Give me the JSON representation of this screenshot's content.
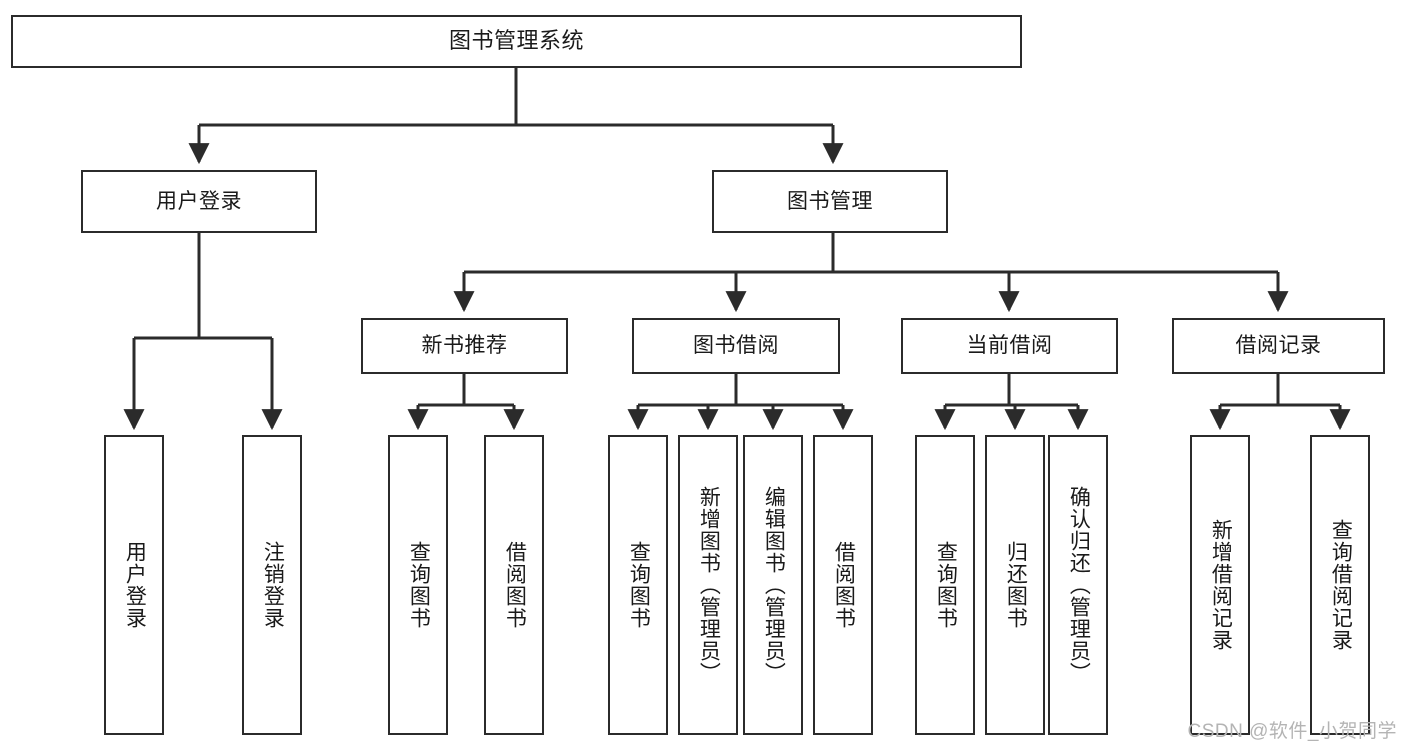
{
  "diagram": {
    "title": "图书管理系统",
    "type": "tree-hierarchy-diagram",
    "colors": {
      "box_border": "#2b2b2b",
      "box_fill": "#ffffff",
      "edge": "#2b2b2b",
      "text": "#1a1a1a",
      "watermark": "#b4b4b4",
      "background": "#ffffff"
    },
    "root": {
      "id": "root",
      "label": "图书管理系统"
    },
    "level2": [
      {
        "id": "user-login",
        "label": "用户登录"
      },
      {
        "id": "book-management",
        "label": "图书管理"
      }
    ],
    "level3": [
      {
        "id": "new-book-recommend",
        "label": "新书推荐"
      },
      {
        "id": "book-borrow",
        "label": "图书借阅"
      },
      {
        "id": "current-borrow",
        "label": "当前借阅"
      },
      {
        "id": "borrow-record",
        "label": "借阅记录"
      }
    ],
    "leaves": {
      "user_login": [
        {
          "id": "leaf-user-login",
          "label": "用户登录"
        },
        {
          "id": "leaf-logout-login",
          "label": "注销登录"
        }
      ],
      "new_book_recommend": [
        {
          "id": "leaf-query-book-1",
          "label": "查询图书"
        },
        {
          "id": "leaf-borrow-book-1",
          "label": "借阅图书"
        }
      ],
      "book_borrow": [
        {
          "id": "leaf-query-book-2",
          "label": "查询图书"
        },
        {
          "id": "leaf-add-book",
          "label": "新增图书（管理员）"
        },
        {
          "id": "leaf-edit-book",
          "label": "编辑图书（管理员）"
        },
        {
          "id": "leaf-borrow-book-2",
          "label": "借阅图书"
        }
      ],
      "current_borrow": [
        {
          "id": "leaf-query-book-3",
          "label": "查询图书"
        },
        {
          "id": "leaf-return-book",
          "label": "归还图书"
        },
        {
          "id": "leaf-confirm-return",
          "label": "确认归还（管理员）"
        }
      ],
      "borrow_record": [
        {
          "id": "leaf-add-record",
          "label": "新增借阅记录"
        },
        {
          "id": "leaf-query-record",
          "label": "查询借阅记录"
        }
      ]
    }
  },
  "watermark": {
    "text": "CSDN @软件_小贺同学"
  }
}
